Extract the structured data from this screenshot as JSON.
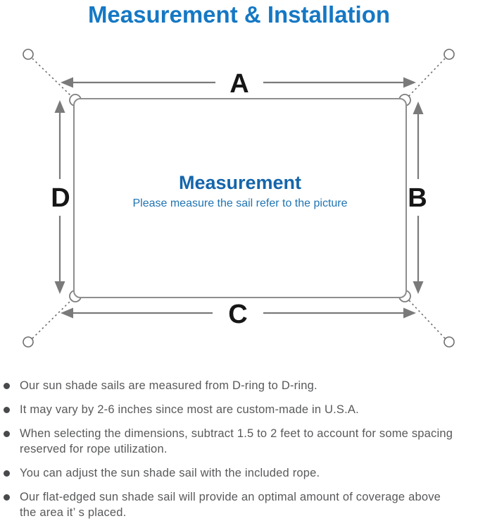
{
  "title": "Measurement & Installation",
  "diagram": {
    "dim_top": "A",
    "dim_right": "B",
    "dim_bottom": "C",
    "dim_left": "D",
    "center_heading": "Measurement",
    "center_subtitle": "Please measure the sail refer to the picture"
  },
  "colors": {
    "title_blue": "#1578c4",
    "center_heading_blue": "#1565ab",
    "center_subtitle_blue": "#2074b2",
    "diagram_gray": "#7a7a7a",
    "note_text_gray": "#58595b"
  },
  "notes": [
    "Our sun shade sails are measured from D-ring to D-ring.",
    "It may vary by 2-6 inches since most are custom-made in U.S.A.",
    "When selecting the dimensions, subtract 1.5 to 2 feet to account for some spacing\nreserved for rope utilization.",
    "You can adjust the sun shade sail with the included rope.",
    "Our flat-edged sun shade sail will provide an optimal amount of coverage above\nthe area it’ s placed."
  ]
}
